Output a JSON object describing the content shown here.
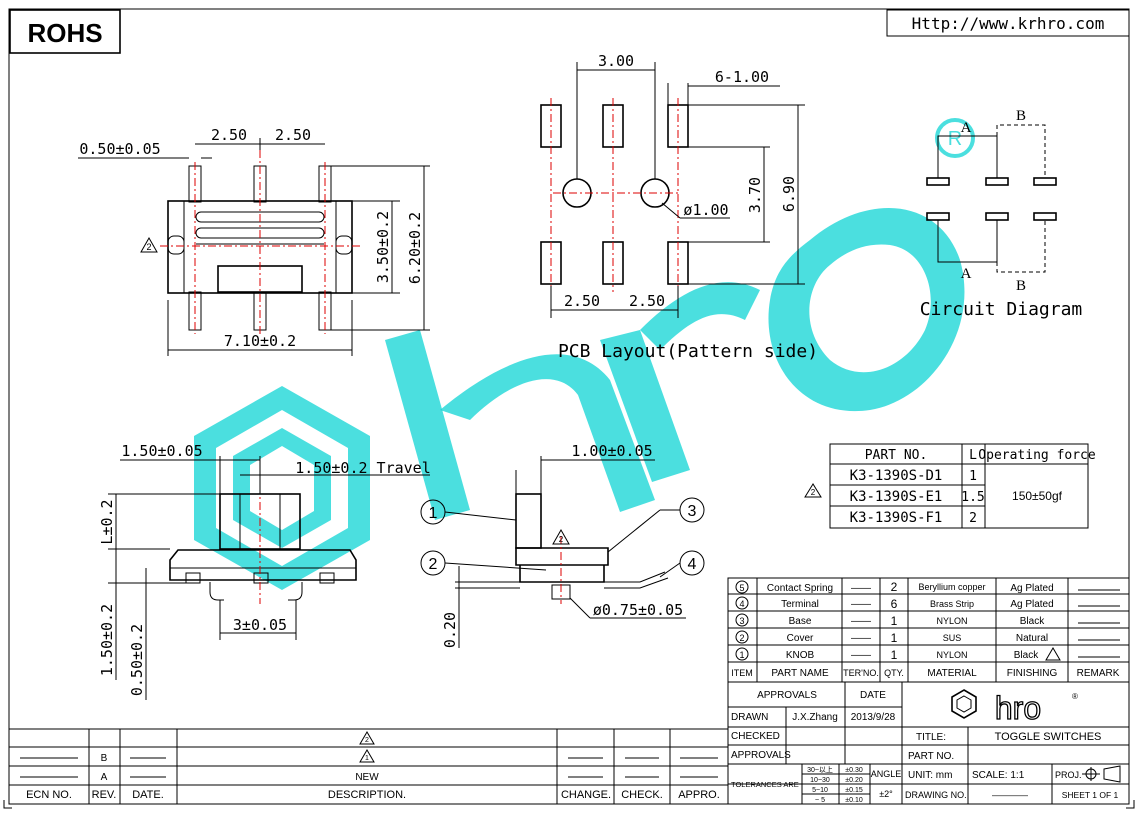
{
  "header": {
    "rohs": "ROHS",
    "url": "Http://www.krhro.com"
  },
  "top_view": {
    "dim_pitch_a": "2.50",
    "dim_pitch_b": "2.50",
    "dim_pin_width": "0.50±0.05",
    "dim_height_inner": "3.50±0.2",
    "dim_height_outer": "6.20±0.2",
    "dim_length": "7.10±0.2",
    "rev_mark": "2"
  },
  "pcb_layout": {
    "dim_spacing": "3.00",
    "dim_pads": "6-1.00",
    "dim_inner": "3.70",
    "dim_outer": "6.90",
    "dim_hole": "ø1.00",
    "dim_pitch_a": "2.50",
    "dim_pitch_b": "2.50",
    "caption": "PCB Layout(Pattern side)"
  },
  "circuit": {
    "label_a_top": "A",
    "label_b_top": "B",
    "label_a_bottom": "A",
    "label_b_bottom": "B",
    "caption": "Circuit Diagram"
  },
  "front_view": {
    "dim_knob_width": "1.50±0.05",
    "dim_travel": "1.50±0.2 Travel",
    "dim_knob_height": "L±0.2",
    "dim_pin_pitch": "3±0.05",
    "dim_total_height": "1.50±0.2",
    "dim_base_height": "0.50±0.2"
  },
  "side_view": {
    "dim_knob": "1.00±0.05",
    "dim_post": "ø0.75±0.05",
    "dim_lead": "0.20",
    "callouts": [
      "1",
      "2",
      "3",
      "4"
    ],
    "rev_mark": "2"
  },
  "part_table": {
    "headers": [
      "PART NO.",
      "L",
      "Operating force"
    ],
    "rows": [
      {
        "part": "K3-1390S-D1",
        "l": "1"
      },
      {
        "part": "K3-1390S-E1",
        "l": "1.5"
      },
      {
        "part": "K3-1390S-F1",
        "l": "2"
      }
    ],
    "force": "150±50gf",
    "rev_mark": "2"
  },
  "bom": {
    "rows": [
      {
        "item": "5",
        "name": "Contact Spring",
        "ter": "——",
        "qty": "2",
        "material": "Beryllium copper",
        "finishing": "Ag Plated"
      },
      {
        "item": "4",
        "name": "Terminal",
        "ter": "——",
        "qty": "6",
        "material": "Brass Strip",
        "finishing": "Ag Plated"
      },
      {
        "item": "3",
        "name": "Base",
        "ter": "——",
        "qty": "1",
        "material": "NYLON",
        "finishing": "Black"
      },
      {
        "item": "2",
        "name": "Cover",
        "ter": "——",
        "qty": "1",
        "material": "SUS",
        "finishing": "Natural"
      },
      {
        "item": "1",
        "name": "KNOB",
        "ter": "——",
        "qty": "1",
        "material": "NYLON",
        "finishing": "Black"
      }
    ],
    "headers": [
      "ITEM",
      "PART NAME",
      "TER'NO.",
      "QTY.",
      "MATERIAL",
      "FINISHING",
      "REMARK"
    ]
  },
  "title_block": {
    "approvals": "APPROVALS",
    "date": "DATE",
    "drawn": "DRAWN",
    "drawn_by": "J.X.Zhang",
    "drawn_date": "2013/9/28",
    "checked": "CHECKED",
    "approvals2": "APPROVALS",
    "tolerances": "TOLERANCES ARE",
    "tol_rows": [
      {
        "range": "30~以上",
        "value": "±0.30"
      },
      {
        "range": "10~30",
        "value": "±0.20"
      },
      {
        "range": "5~10",
        "value": "±0.15"
      },
      {
        "range": "~ 5",
        "value": "±0.10"
      }
    ],
    "angle": "ANGLE",
    "angle_value": "±2°",
    "title_label": "TITLE:",
    "title": "TOGGLE SWITCHES",
    "part_no_label": "PART NO.",
    "unit": "UNIT: mm",
    "scale": "SCALE: 1:1",
    "proj": "PROJ.",
    "drawing_no": "DRAWING NO.",
    "drawing_no_value": "————",
    "sheet": "SHEET 1 OF 1",
    "logo": "hro"
  },
  "revision_block": {
    "rows": [
      {
        "rev": "",
        "desc": "2"
      },
      {
        "rev": "B",
        "desc": "1"
      },
      {
        "rev": "A",
        "desc": "NEW"
      }
    ],
    "headers": [
      "ECN NO.",
      "REV.",
      "DATE.",
      "DESCRIPTION.",
      "CHANGE.",
      "CHECK.",
      "APPRO."
    ]
  },
  "colors": {
    "watermark": "#18d6d6",
    "centerline": "#dd0000"
  }
}
